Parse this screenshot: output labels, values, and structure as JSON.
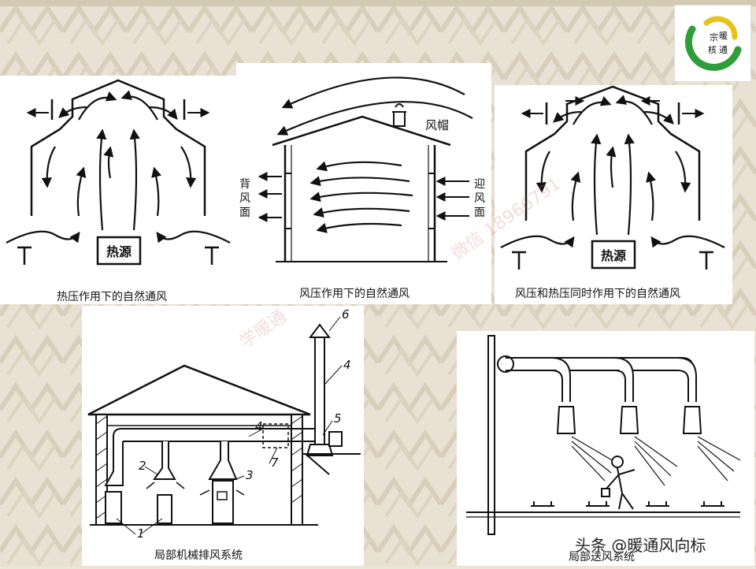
{
  "brand": {
    "logo_text_1": "宗",
    "logo_text_2": "暖",
    "logo_text_3": "通",
    "logo_text_4": "核",
    "logo_colors": {
      "green": "#2f9e3a",
      "yellow": "#e8c21a"
    }
  },
  "panels": {
    "top_left": {
      "caption": "热压作用下的自然通风",
      "heat_source": "热源"
    },
    "top_middle": {
      "caption": "风压作用下的自然通风",
      "cap_label": "风帽",
      "leeward_label": [
        "背",
        "风",
        "面"
      ],
      "windward_label": [
        "迎",
        "风",
        "面"
      ]
    },
    "top_right": {
      "caption": "风压和热压同时作用下的自然通风",
      "heat_source": "热源"
    },
    "bottom_left": {
      "caption": "局部机械排风系统",
      "numbers": [
        "1",
        "2",
        "3",
        "4",
        "5",
        "6",
        "7"
      ]
    },
    "bottom_right": {
      "caption": "局部送风系统"
    }
  },
  "watermark": {
    "text_1": "学暖通",
    "text_2": "微信 18966791"
  },
  "footer": {
    "text": "头条 @暖通风向标"
  }
}
